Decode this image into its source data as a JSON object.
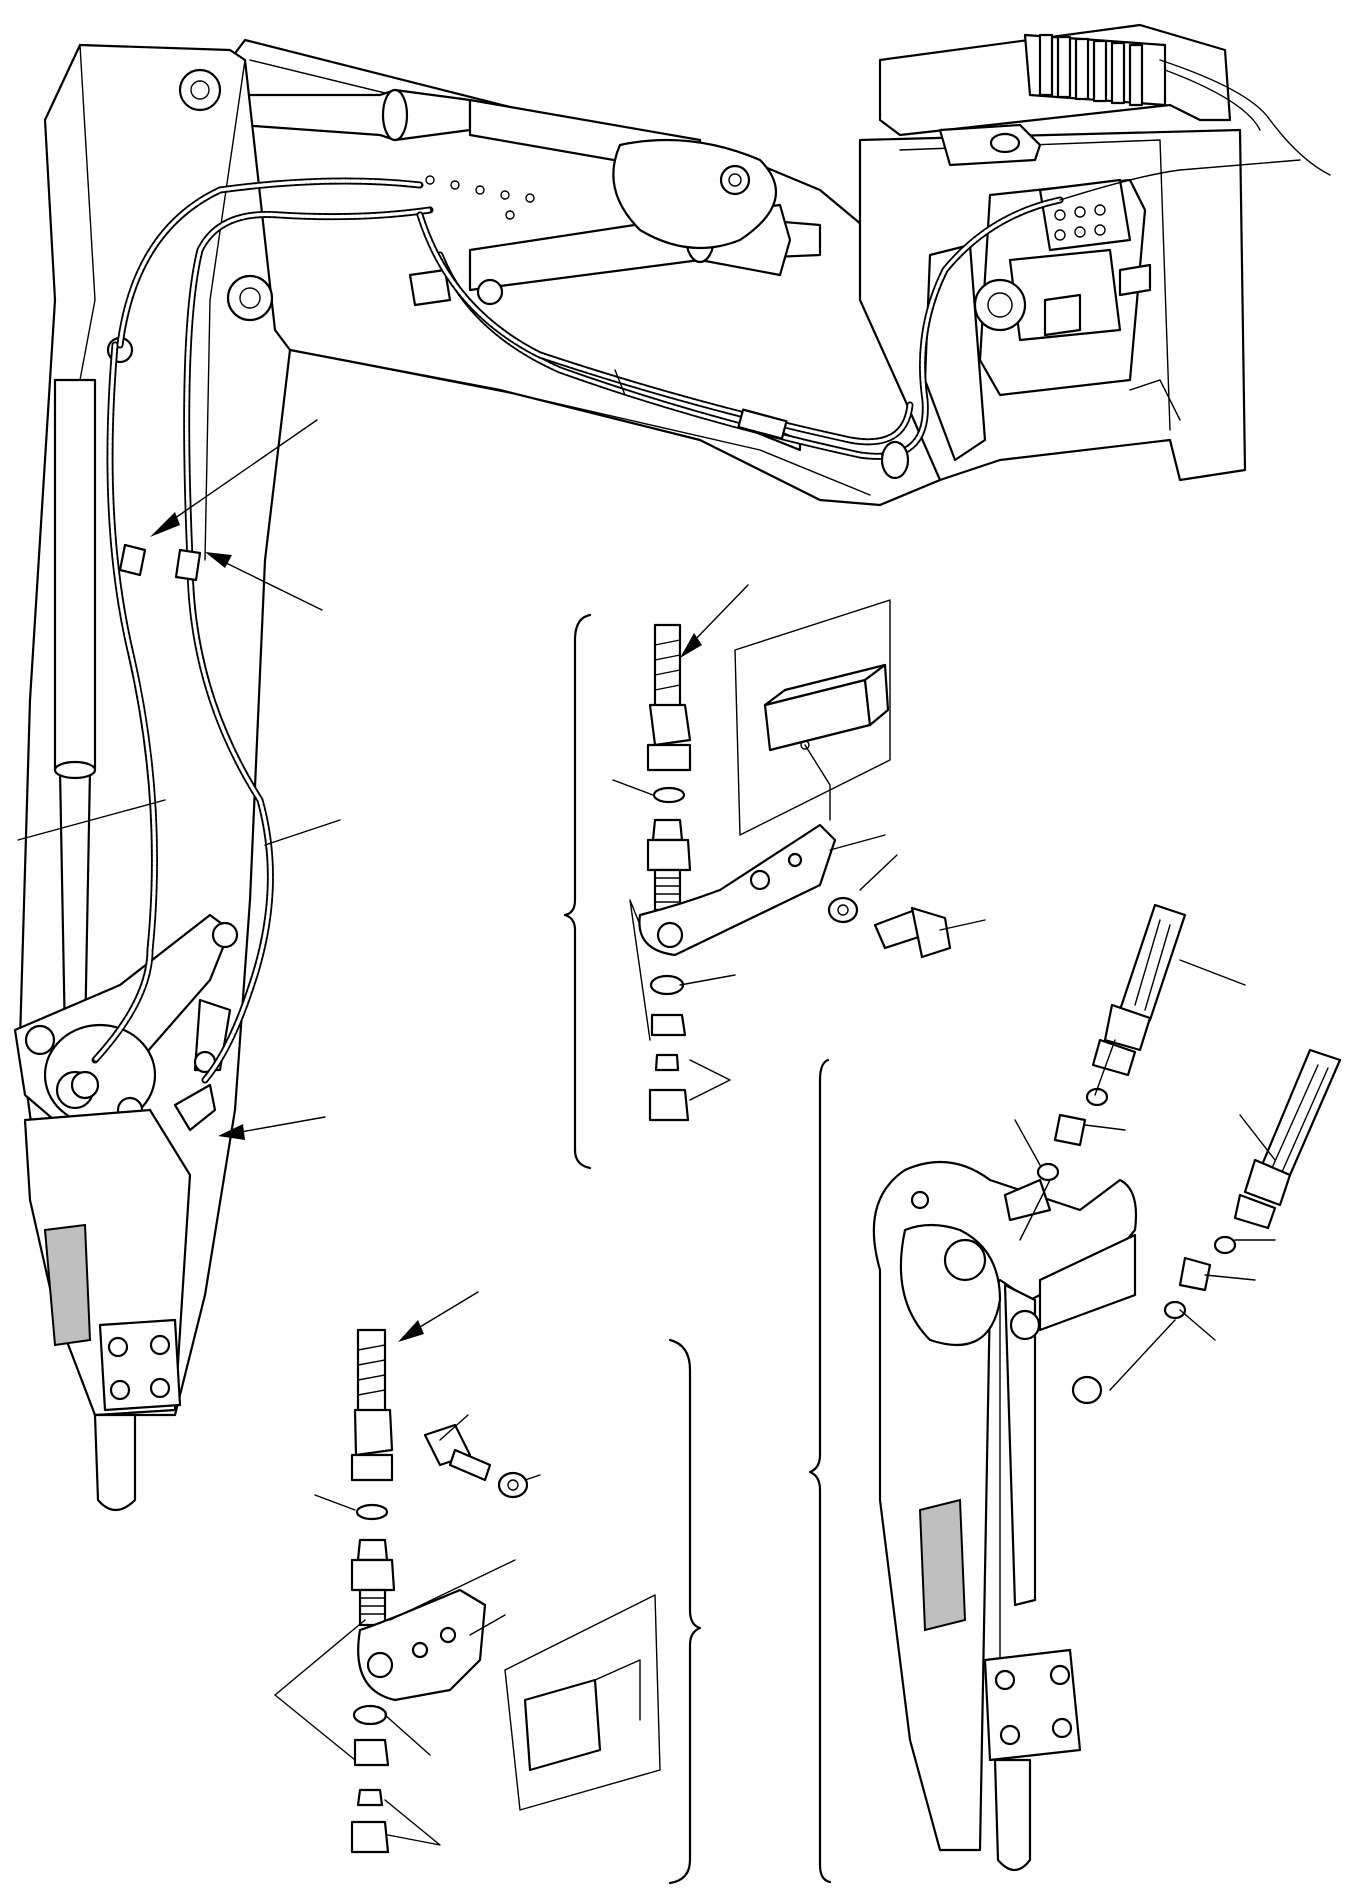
{
  "diagram": {
    "subject": "hydraulic-hammer-piping-installation",
    "icons": [
      "arm-assembly-illustration",
      "hose-coupling-detail",
      "adapter-bracket-detail",
      "hammer-connection-detail"
    ]
  }
}
